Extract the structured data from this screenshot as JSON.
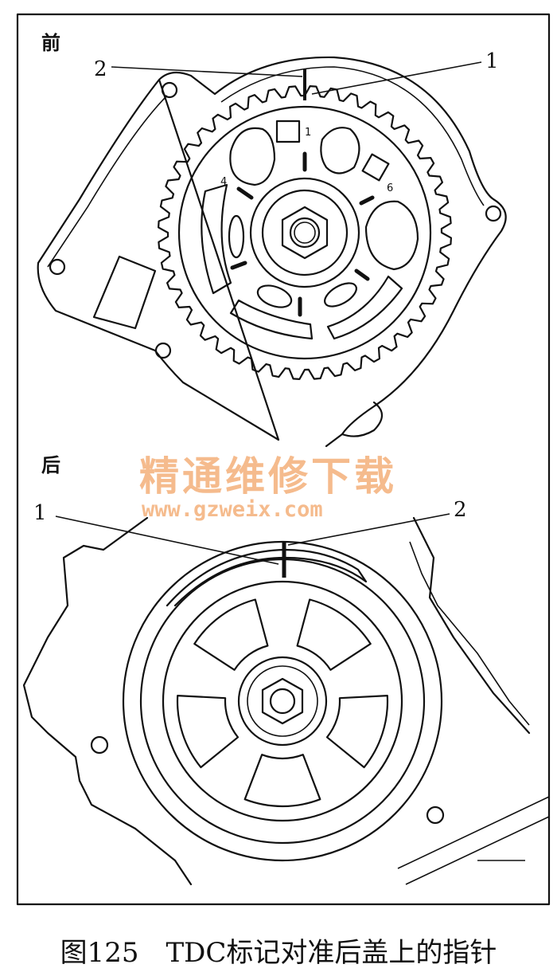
{
  "top_view": {
    "heading": "前",
    "labels": [
      "1",
      "2"
    ],
    "sprocket_numbers": [
      "1",
      "6",
      "4"
    ]
  },
  "bottom_view": {
    "heading": "后",
    "labels": [
      "1",
      "2"
    ]
  },
  "watermark": {
    "title": "精通维修下载",
    "url": "www.gzweix.com"
  },
  "caption": "图125　TDC标记对准后盖上的指针"
}
